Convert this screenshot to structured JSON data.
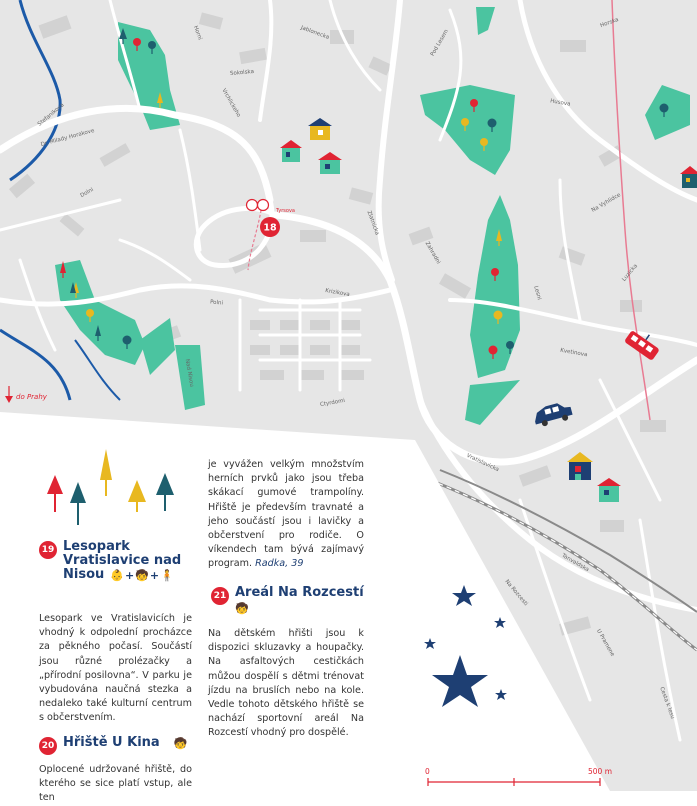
{
  "map": {
    "marker_number": "18",
    "marker_caption": "Tyrsova",
    "arrow_label": "do Prahy",
    "scale_start": "0",
    "scale_end": "500 m",
    "street_labels": [
      "Stefanikova",
      "Dr. Milady Horakove",
      "Dolni",
      "Horni",
      "Vrchlickeho",
      "Sokolska",
      "Jablonecka",
      "Zlatnicka",
      "Krizikova",
      "Polni",
      "Pod Lesem",
      "Husova",
      "Na Vyhlidce",
      "Zahradni",
      "Lesni",
      "Kvetinova",
      "Ctyrdomi",
      "Nad Nisou",
      "Horska",
      "Luzicka",
      "Vratislavicka",
      "Tanvaldska",
      "U Pramene",
      "Cesta k lesu",
      "Na Rozcesti"
    ],
    "colors": {
      "park": "#4bc4a0",
      "road": "#ffffff",
      "block": "#d3d3d3",
      "river": "#1c5aa8",
      "accent": "#e02433",
      "navy": "#1e3f73",
      "rail": "#888888"
    }
  },
  "items": [
    {
      "number": "19",
      "title_lines": [
        "Lesopark",
        "Vratislavice nad",
        "Nisou"
      ],
      "audience": "👶+🧒+🧍",
      "text": "Lesopark ve Vratislavicích je vhodný k odpolední procházce za pěkného počasí. Součástí jsou různé prolézačky a „přírodní posilovna“. V parku je vybudována naučná stezka a nedaleko také kulturní centrum s občerstvením."
    },
    {
      "number": "20",
      "title": "Hřiště U Kina",
      "audience": "🧒",
      "text": "Oplocené udržované hřiště, do kterého se sice platí vstup, ale ten",
      "text_continued": "je vyvážen velkým množstvím herních prvků jako jsou třeba skákací gumové trampolíny. Hřiště je především travnaté a jeho součástí jsou i lavičky a občerstvení pro rodiče. O víkendech tam bývá zajímavý program.",
      "author": "Radka, 39"
    },
    {
      "number": "21",
      "title": "Areál Na Rozcestí",
      "audience": "🧒",
      "text": "Na dětském hřišti jsou k dispozici skluzavky a houpačky. Na asfaltových cestičkách můžou dospělí s dětmi trénovat jízdu na bruslích nebo na kole. Vedle tohoto dětského hřiště se nachází sportovní areál Na Rozcestí vhodný pro dospělé."
    }
  ]
}
